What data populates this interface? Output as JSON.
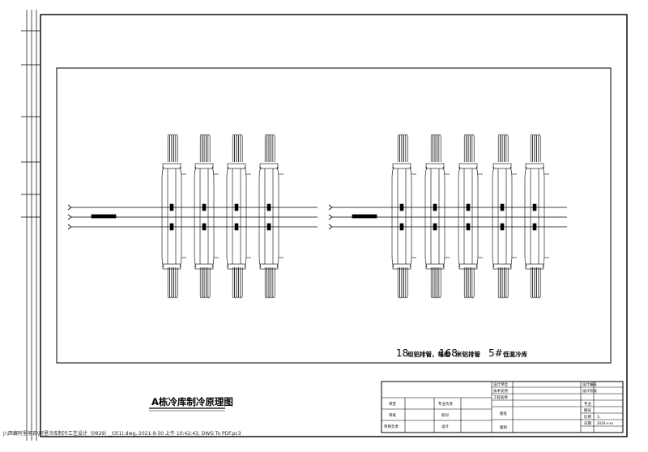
{
  "drawing": {
    "title": "A栋冷库制冷原理图",
    "note": {
      "count_a": "18",
      "text_a": "组铝排管，每组",
      "count_b": "168",
      "text_b": "米铝排管",
      "room_no": "5#",
      "room_text": "低温冷库"
    }
  },
  "title_block": {
    "design_unit": "设计单位",
    "tech_support": "技术支持",
    "project_name": "工程名称",
    "design_no": "设计编号",
    "design_stage": "设计阶段",
    "major": "专业",
    "approve": "审定",
    "audit": "审核",
    "project_lead": "项目负责",
    "major_lead": "专业负责",
    "check": "校对",
    "design": "设计",
    "drawing_name": "图名",
    "version": "版别",
    "drawing_no": "图号",
    "scale": "比例",
    "date": "日期",
    "scale_value": "1:",
    "date_value": "2020-x-xx"
  },
  "footer": {
    "path": "J:\\西藏阿里项目\\阿里冷库制冷工艺设计（0929）_t3(1).dwg, 2021-9-30 上午 10:42:43, DWG To PDF.pc3"
  }
}
